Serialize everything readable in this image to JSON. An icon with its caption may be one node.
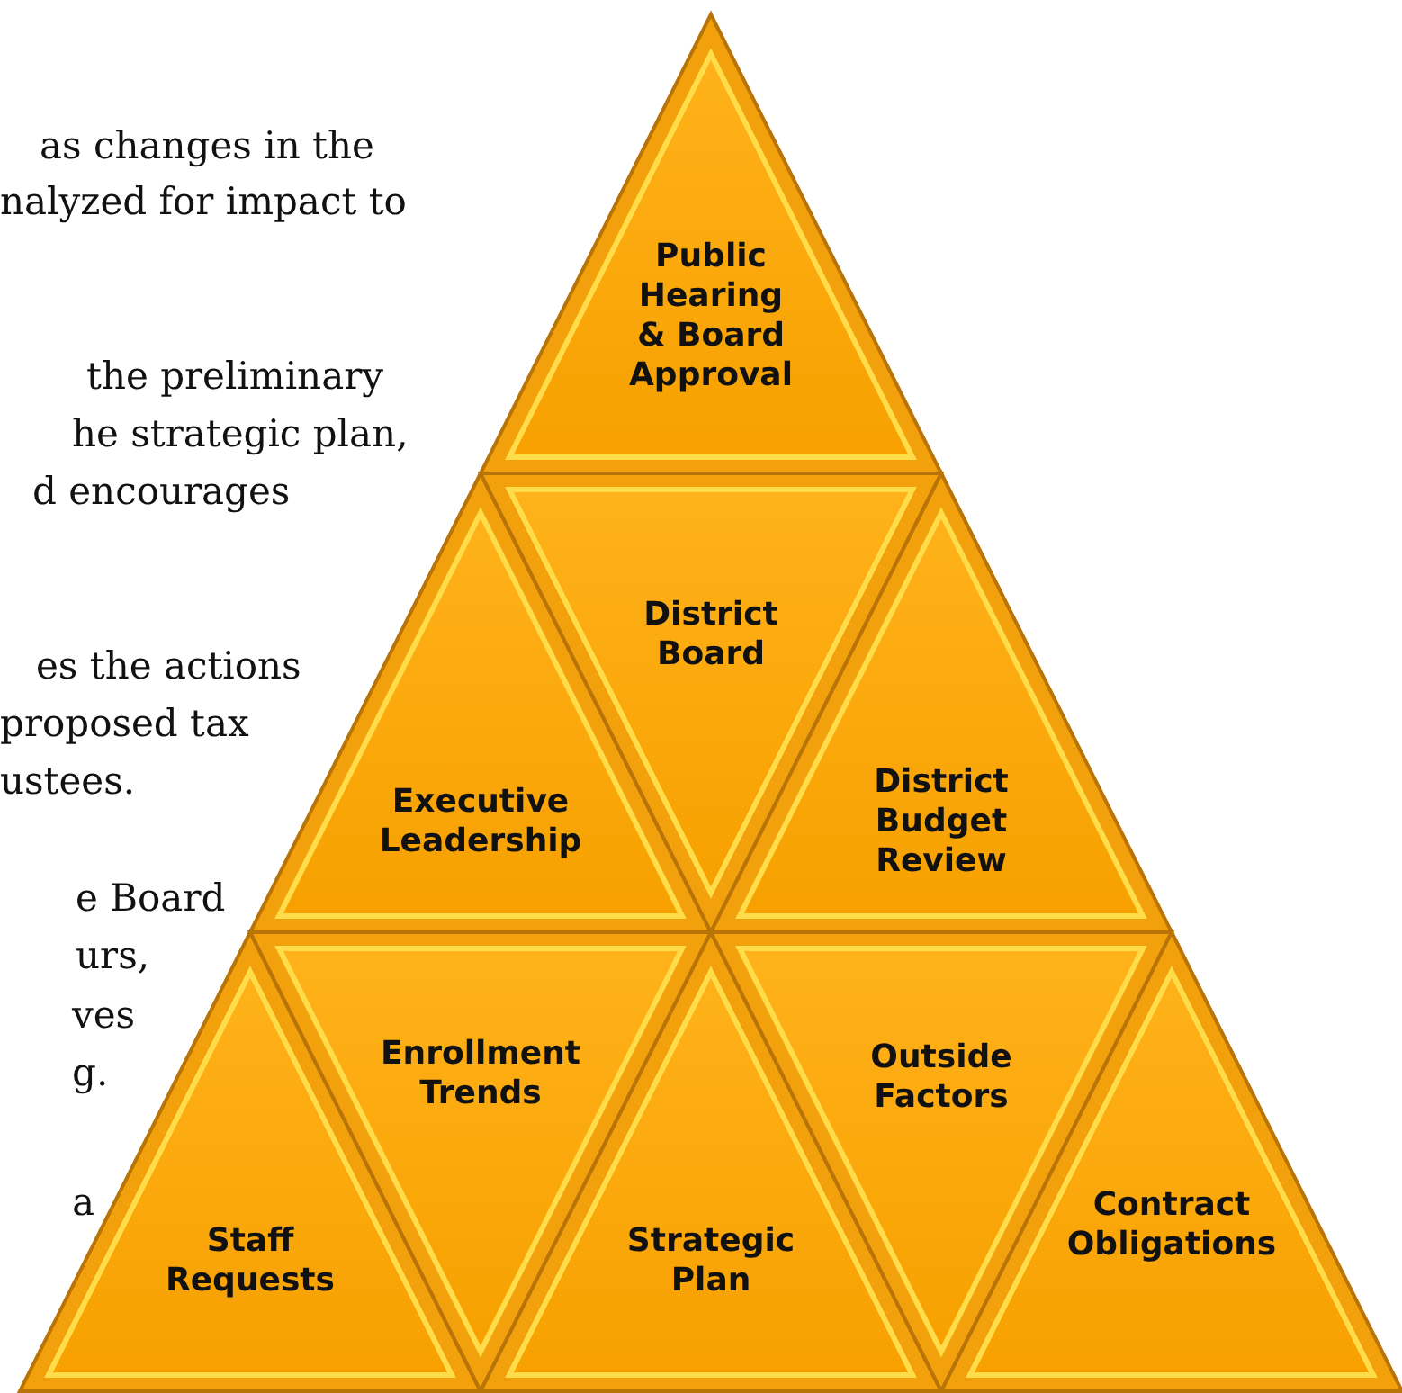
{
  "diagram": {
    "nodes": [
      {
        "text": [
          "Public Hearing & Board Approval"
        ]
      },
      {
        "text": [
          "Executive Leadership"
        ]
      },
      {
        "text": [
          "District Board"
        ]
      },
      {
        "text": [
          "District Budget Review"
        ]
      },
      {
        "text": [
          "Staff Requests"
        ]
      },
      {
        "text": [
          "Enrollment Trends"
        ]
      },
      {
        "text": [
          "Strategic Plan"
        ]
      },
      {
        "text": [
          "Outside Factors"
        ]
      },
      {
        "text": [
          "Contract Obligations"
        ]
      }
    ],
    "labels": [
      "as changes in the",
      "nalyzed for impact to",
      "the preliminary",
      "he strategic plan,",
      "d encourages",
      "es the actions",
      "proposed tax",
      "ustees.",
      "e Board",
      "urs,",
      "ves",
      "g.",
      "a"
    ]
  }
}
